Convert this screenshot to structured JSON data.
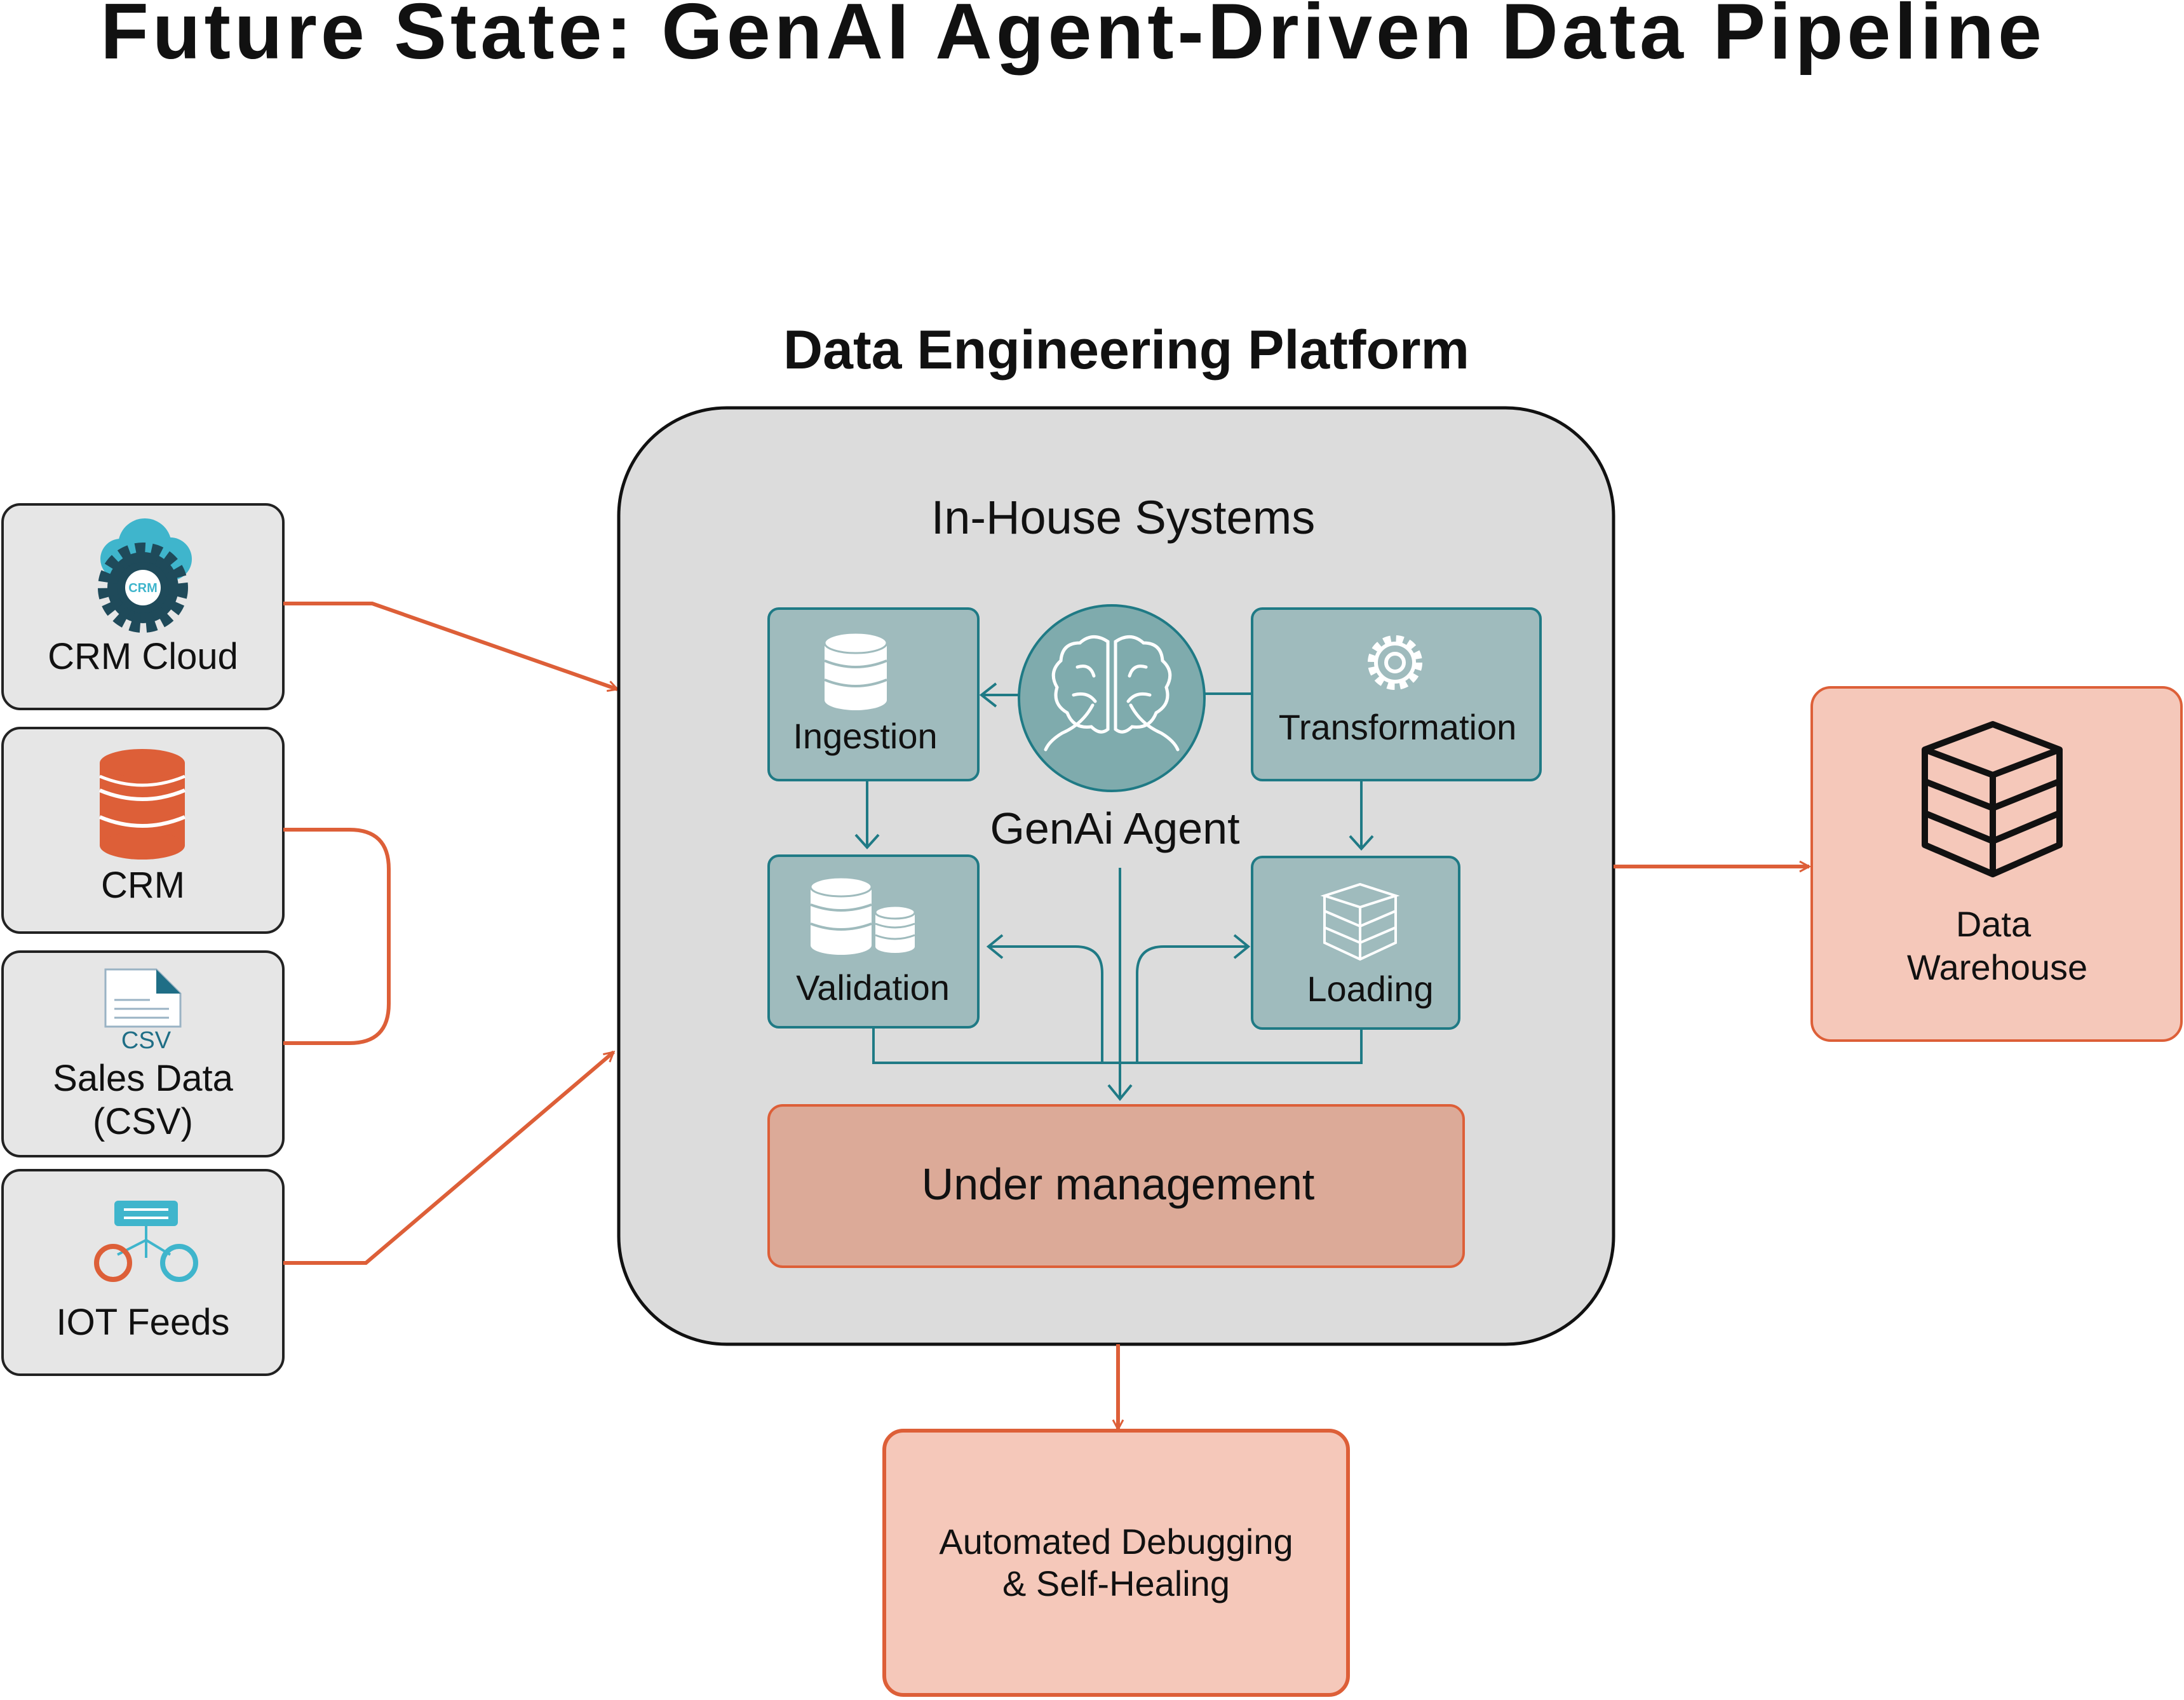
{
  "title": "Future State: GenAI Agent-Driven Data Pipeline",
  "platform": {
    "label": "Data Engineering Platform",
    "inner_label": "In-House Systems"
  },
  "sources": {
    "crm_cloud": {
      "label": "CRM Cloud",
      "icon": "cloud-gear-icon",
      "badge": "CRM"
    },
    "crm": {
      "label": "CRM",
      "icon": "database-icon"
    },
    "sales": {
      "label_line1": "Sales Data",
      "label_line2": "(CSV)",
      "icon": "csv-file-icon",
      "badge": "CSV"
    },
    "iot": {
      "label": "IOT Feeds",
      "icon": "network-icon"
    }
  },
  "stages": {
    "ingestion": {
      "label": "Ingestion",
      "icon": "database-icon"
    },
    "transformation": {
      "label": "Transformation",
      "icon": "gear-icon"
    },
    "validation": {
      "label": "Validation",
      "icon": "database-stack-icon"
    },
    "loading": {
      "label": "Loading",
      "icon": "layers-icon"
    }
  },
  "agent": {
    "label": "GenAi Agent",
    "icon": "brain-icon"
  },
  "management": {
    "label": "Under management"
  },
  "warehouse": {
    "label_line1": "Data",
    "label_line2": "Warehouse",
    "icon": "boxes-icon"
  },
  "debugging": {
    "label_line1": "Automated Debugging",
    "label_line2": "& Self-Healing"
  },
  "colors": {
    "accent": "#DD5F38",
    "teal": "#1F7A85",
    "teal_fill": "#9FBBBD",
    "agent_fill": "#7FABAD",
    "platform_fill": "#DCDCDC",
    "source_fill": "#E6E6E6",
    "salmon_fill": "#F5C8BA",
    "management_fill": "#DCAA98",
    "cyan_icon": "#3FB5CC"
  }
}
